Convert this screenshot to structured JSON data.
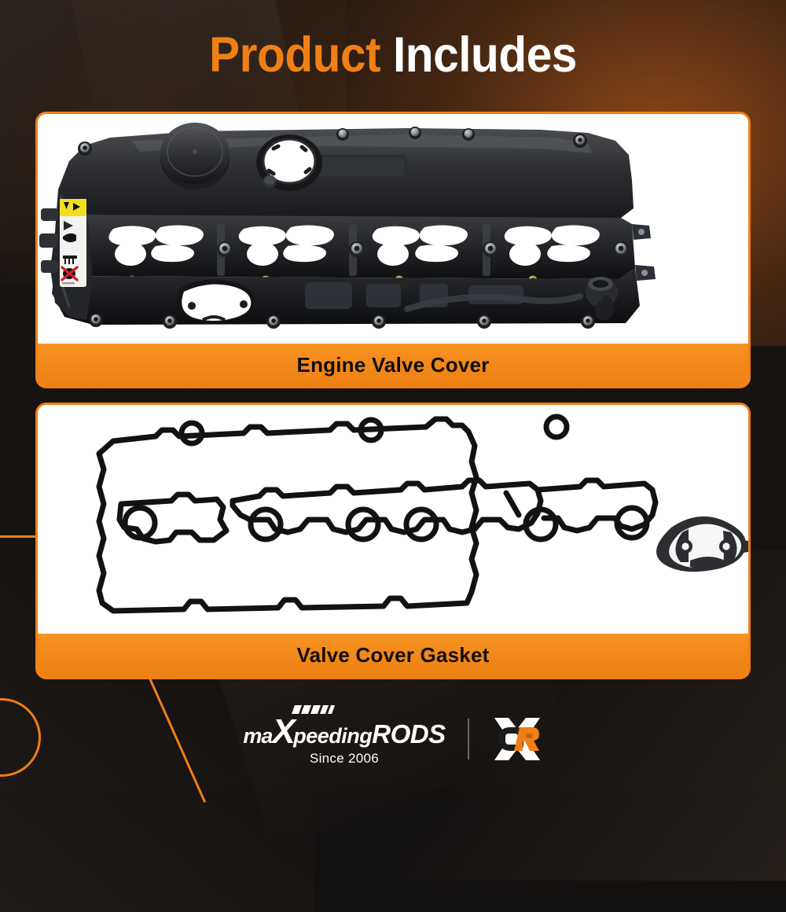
{
  "page": {
    "title_part1": "Product",
    "title_part2": "Includes",
    "accent_color": "#F07F15",
    "background_color": "#161311",
    "card_background": "#FFFFFF",
    "label_text_color": "#100D0B"
  },
  "cards": [
    {
      "label": "Engine Valve Cover",
      "item_name": "engine-valve-cover",
      "warning_label": {
        "banner_color": "#F2DE1E",
        "symbols": [
          "warning-triangle",
          "arrow-triangle",
          "hand-caution",
          "spring-coil",
          "no-entry-cross"
        ],
        "cross_color": "#D2202A"
      }
    },
    {
      "label": "Valve Cover Gasket",
      "item_name": "valve-cover-gasket",
      "pieces": [
        "main-gasket-outline",
        "oval-breather-gasket"
      ]
    }
  ],
  "footer": {
    "brand_a": "ma",
    "brand_x": "X",
    "brand_b": "peeding",
    "brand_c": "RODS",
    "since": "Since 2006",
    "badge_letters": "OR",
    "badge_shape": "x-badge"
  }
}
